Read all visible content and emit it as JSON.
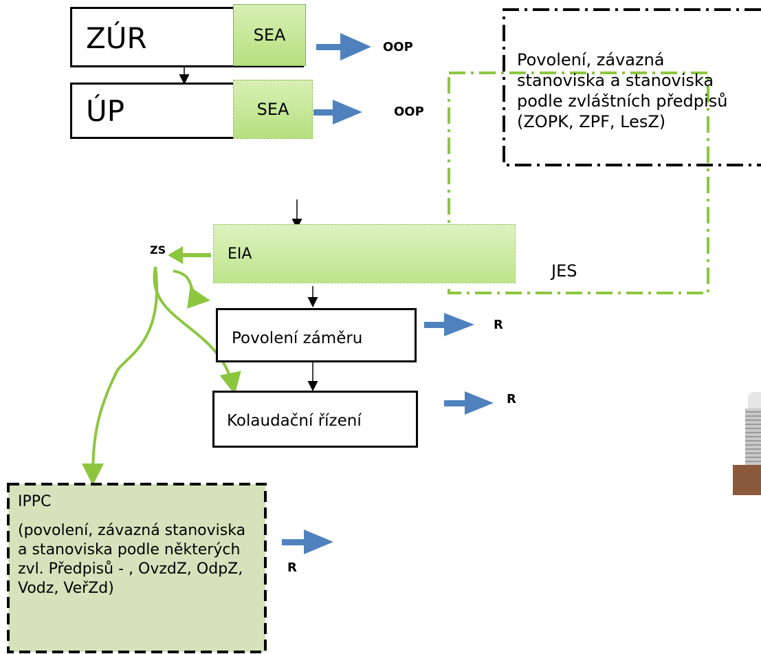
{
  "zur": {
    "title": "ZÚR",
    "sea": "SEA",
    "output": "OOP"
  },
  "up": {
    "title": "ÚP",
    "sea": "SEA",
    "output": "OOP"
  },
  "permits_box": {
    "text": "Povolení, závazná stanoviska a stanoviska podle zvláštních předpisů (ZOPK, ZPF, LesZ)"
  },
  "eia": {
    "label": "EIA",
    "zs_label": "ZS"
  },
  "jes": {
    "label": "JES"
  },
  "povoleni": {
    "label": "Povolení záměru",
    "output": "R"
  },
  "kolaudacni": {
    "label": "Kolaudační řízení",
    "output": "R"
  },
  "ippc": {
    "title": "IPPC",
    "text": "(povolení, závazná stanoviska a stanoviska podle některých zvl. Předpisů - , OvzdZ, OdpZ, Vodz, VeřZd)",
    "output": "R"
  },
  "colors": {
    "arrow_blue": "#4f81bd",
    "green": "#8cc63f",
    "green_dark": "#7fb24e"
  }
}
